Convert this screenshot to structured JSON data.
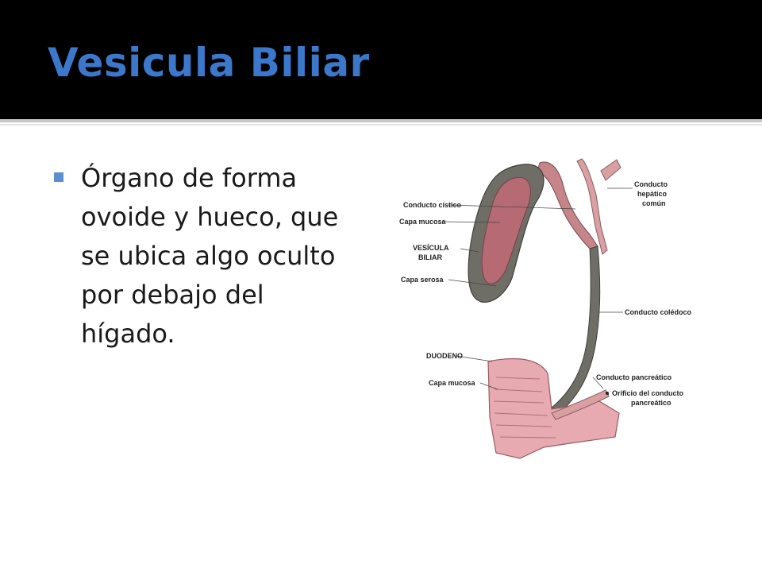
{
  "slide": {
    "title": "Vesicula Biliar",
    "bullet": "Órgano de forma ovoide y hueco, que se ubica algo oculto por debajo del hígado."
  },
  "figure": {
    "labels": {
      "conducto_cistico": "Conducto cístico",
      "capa_mucosa_top": "Capa mucosa",
      "vesicula_1": "VESÍCULA",
      "vesicula_2": "BILIAR",
      "capa_serosa": "Capa serosa",
      "hepatico_1": "Conducto",
      "hepatico_2": "hepático",
      "hepatico_3": "común",
      "coledoco": "Conducto colédoco",
      "duodeno": "DUODENO",
      "capa_mucosa_bottom": "Capa mucosa",
      "pancreatico": "Conducto pancreático",
      "orificio_1": "Orificio del conducto",
      "orificio_2": "pancreático"
    },
    "colors": {
      "serosa": "#6f6e66",
      "mucosa": "#b56a74",
      "duct": "#d9a0a3",
      "duodenum": "#e6aab0"
    }
  }
}
